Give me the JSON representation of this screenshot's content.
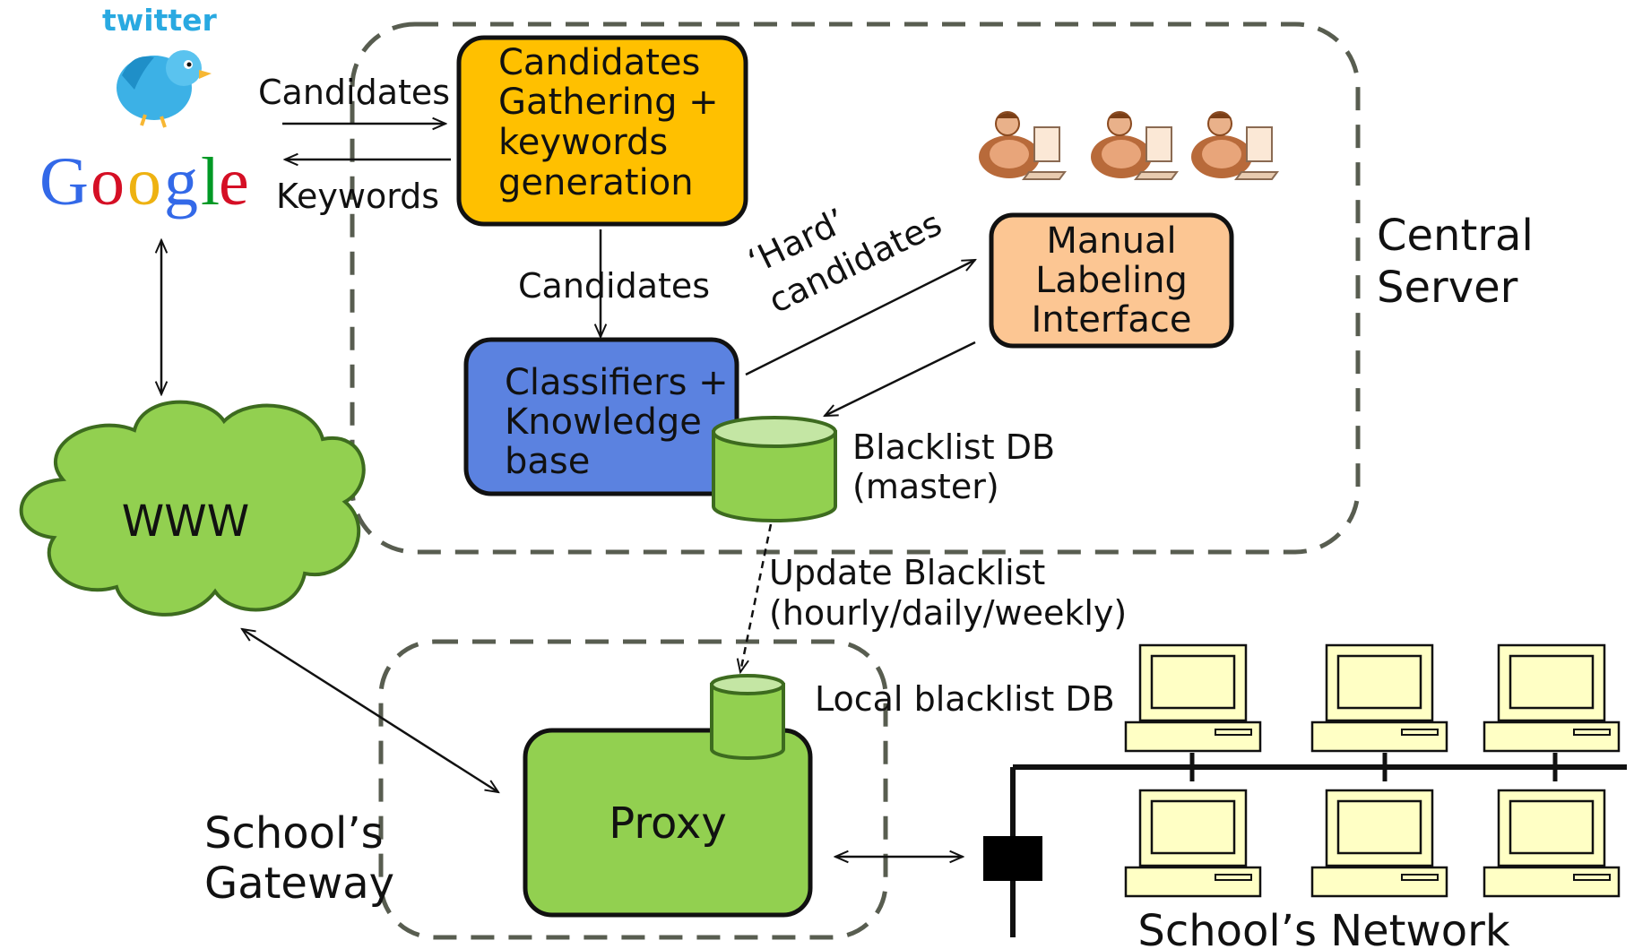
{
  "sources": {
    "twitter_logo": "twitter",
    "google_logo": [
      "G",
      "o",
      "o",
      "g",
      "l",
      "e"
    ],
    "google_colors": [
      "#3369e8",
      "#d50f25",
      "#eeb211",
      "#3369e8",
      "#009925",
      "#d50f25"
    ],
    "twitter_color": "#29a9e1"
  },
  "edges": {
    "candidates_out": "Candidates",
    "keywords_in": "Keywords",
    "candidates_down": "Candidates",
    "hard_candidates_line1": "‘Hard’",
    "hard_candidates_line2": "candidates",
    "update_line1": "Update Blacklist",
    "update_line2": "(hourly/daily/weekly)"
  },
  "nodes": {
    "gathering": [
      "Candidates",
      "Gathering +",
      "keywords",
      "generation"
    ],
    "classifiers": [
      "Classifiers +",
      "Knowledge",
      "base"
    ],
    "manual": [
      "Manual",
      "Labeling",
      "Interface"
    ],
    "blacklist_db": [
      "Blacklist DB",
      "(master)"
    ],
    "www": "WWW",
    "local_db": "Local blacklist DB",
    "proxy": "Proxy"
  },
  "regions": {
    "central_server": [
      "Central",
      "Server"
    ],
    "school_gateway": [
      "School’s",
      "Gateway"
    ],
    "school_network": "School’s Network"
  },
  "colors": {
    "gathering_fill": "#ffc000",
    "classifiers_fill": "#5b82e0",
    "manual_fill": "#fcc693",
    "green_fill": "#92d050",
    "green_top": "#c4e6a4",
    "dash_stroke": "#585d50",
    "computer_fill": "#ffffc5"
  }
}
